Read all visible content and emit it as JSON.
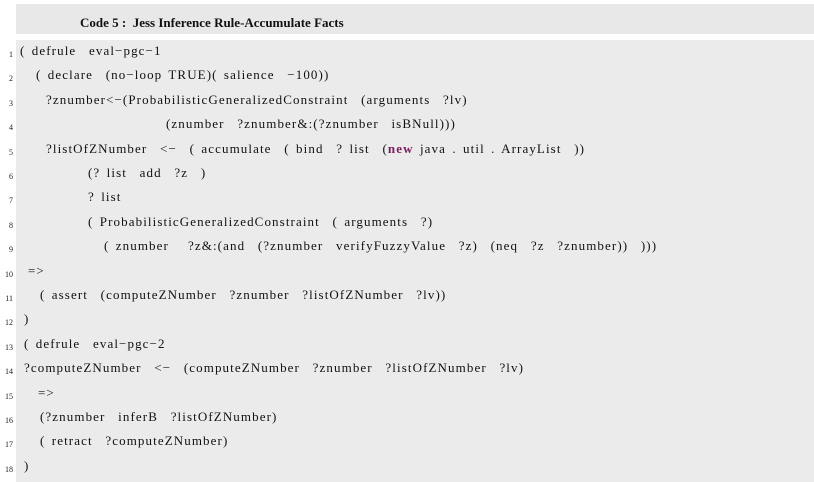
{
  "caption": "Code 5 :  Jess Inference Rule-Accumulate Facts",
  "lines": [
    {
      "n": "1",
      "indent": 0,
      "text": "( defrule  eval−pgc−1"
    },
    {
      "n": "2",
      "indent": 16,
      "text": "( declare  (no−loop TRUE)( salience  −100))"
    },
    {
      "n": "3",
      "indent": 26,
      "text": "?znumber<−(ProbabilisticGeneralizedConstraint  (arguments  ?lv)"
    },
    {
      "n": "4",
      "indent": 146,
      "text": "(znumber  ?znumber&:(?znumber  isBNull)))"
    },
    {
      "n": "5",
      "indent": 26,
      "text": "?listOfZNumber  <−  ( accumulate  ( bind  ? list  (",
      "kw": "new",
      "after": " java . util . ArrayList  ))"
    },
    {
      "n": "6",
      "indent": 68,
      "text": "(? list  add  ?z  )"
    },
    {
      "n": "7",
      "indent": 68,
      "text": "? list"
    },
    {
      "n": "8",
      "indent": 68,
      "text": "( ProbabilisticGeneralizedConstraint  ( arguments  ?)"
    },
    {
      "n": "9",
      "indent": 84,
      "text": "( znumber   ?z&:(and  (?znumber  verifyFuzzyValue  ?z)  (neq  ?z  ?znumber))  )))"
    },
    {
      "n": "10",
      "indent": 8,
      "text": "=>"
    },
    {
      "n": "11",
      "indent": 20,
      "text": "( assert  (computeZNumber  ?znumber  ?listOfZNumber  ?lv))"
    },
    {
      "n": "12",
      "indent": 4,
      "text": ")"
    },
    {
      "n": "13",
      "indent": 4,
      "text": "( defrule  eval−pgc−2"
    },
    {
      "n": "14",
      "indent": 4,
      "text": "?computeZNumber  <−  (computeZNumber  ?znumber  ?listOfZNumber  ?lv)"
    },
    {
      "n": "15",
      "indent": 18,
      "text": "=>"
    },
    {
      "n": "16",
      "indent": 20,
      "text": "(?znumber  inferB  ?listOfZNumber)"
    },
    {
      "n": "17",
      "indent": 20,
      "text": "( retract  ?computeZNumber)"
    },
    {
      "n": "18",
      "indent": 4,
      "text": ")"
    }
  ]
}
